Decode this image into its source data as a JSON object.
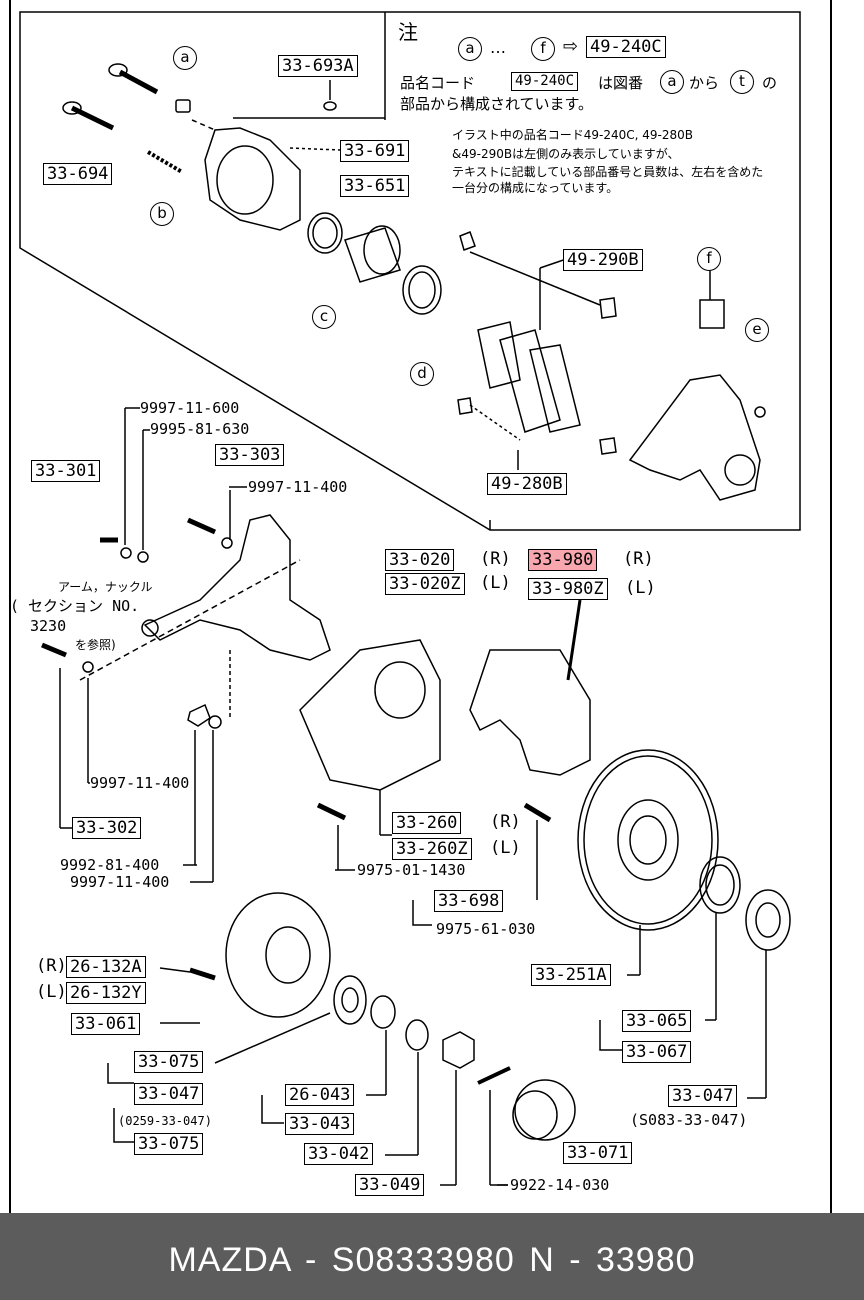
{
  "note": {
    "heading": "注",
    "circle_from": "a",
    "ellipsis": "…",
    "circle_to": "f",
    "arrow": "⇨",
    "code_ref": "49-240C",
    "line2_label": "品名コード",
    "line2_code": "49-240C",
    "line2_rest1": "は図番",
    "line2_circle1": "a",
    "line2_mid": "から",
    "line2_circle2": "t",
    "line2_end": "の",
    "line3": "部品から構成されています。",
    "sub1": "イラスト中の品名コード49-240C, 49-280B",
    "sub2": "&49-290Bは左側のみ表示していますが、",
    "sub3": "テキストに記載している部品番号と員数は、左右を含めた",
    "sub4": "一台分の構成になっています。"
  },
  "callouts": [
    "a",
    "b",
    "c",
    "d",
    "e",
    "f"
  ],
  "parts": {
    "p33_693A": "33-693A",
    "p33_694": "33-694",
    "p33_691": "33-691",
    "p33_651": "33-651",
    "p49_290B": "49-290B",
    "p49_280B": "49-280B",
    "p33_301": "33-301",
    "p33_303": "33-303",
    "p33_020": "33-020",
    "p33_020Z": "33-020Z",
    "p33_980": "33-980",
    "p33_980Z": "33-980Z",
    "p33_302": "33-302",
    "p33_260": "33-260",
    "p33_260Z": "33-260Z",
    "p33_698": "33-698",
    "p33_251A": "33-251A",
    "p26_132A": "26-132A",
    "p26_132Y": "26-132Y",
    "p33_061": "33-061",
    "p33_065": "33-065",
    "p33_067": "33-067",
    "p33_075a": "33-075",
    "p33_047a": "33-047",
    "p33_075b": "33-075",
    "p26_043": "26-043",
    "p33_043": "33-043",
    "p33_042": "33-042",
    "p33_049": "33-049",
    "p33_071": "33-071",
    "p33_047b": "33-047"
  },
  "side_marks": {
    "r1": "(R)",
    "l1": "(L)",
    "r2": "(R)",
    "l2": "(L)",
    "r3": "(R)",
    "l3": "(L)",
    "r4": "(R)",
    "l4": "(L)"
  },
  "refs": {
    "ref1": "9997-11-600",
    "ref2": "9995-81-630",
    "ref3": "9997-11-400",
    "ref4": "9997-11-400",
    "ref5": "9992-81-400",
    "ref6": "9997-11-400",
    "ref7": "9975-01-1430",
    "ref8": "9975-61-030",
    "ref9": "9922-14-030",
    "ref10": "(0259-33-047)",
    "ref11": "(S083-33-047)"
  },
  "arm_note": {
    "l1": "アーム，ナックル",
    "l2": "( セクション  NO.",
    "l3": "3230",
    "l4": "を参照)"
  },
  "highlight_color": "#f7a7ad",
  "footer": {
    "text": "MAZDA - S08333980     N - 33980",
    "bg": "#5c5c5c"
  }
}
